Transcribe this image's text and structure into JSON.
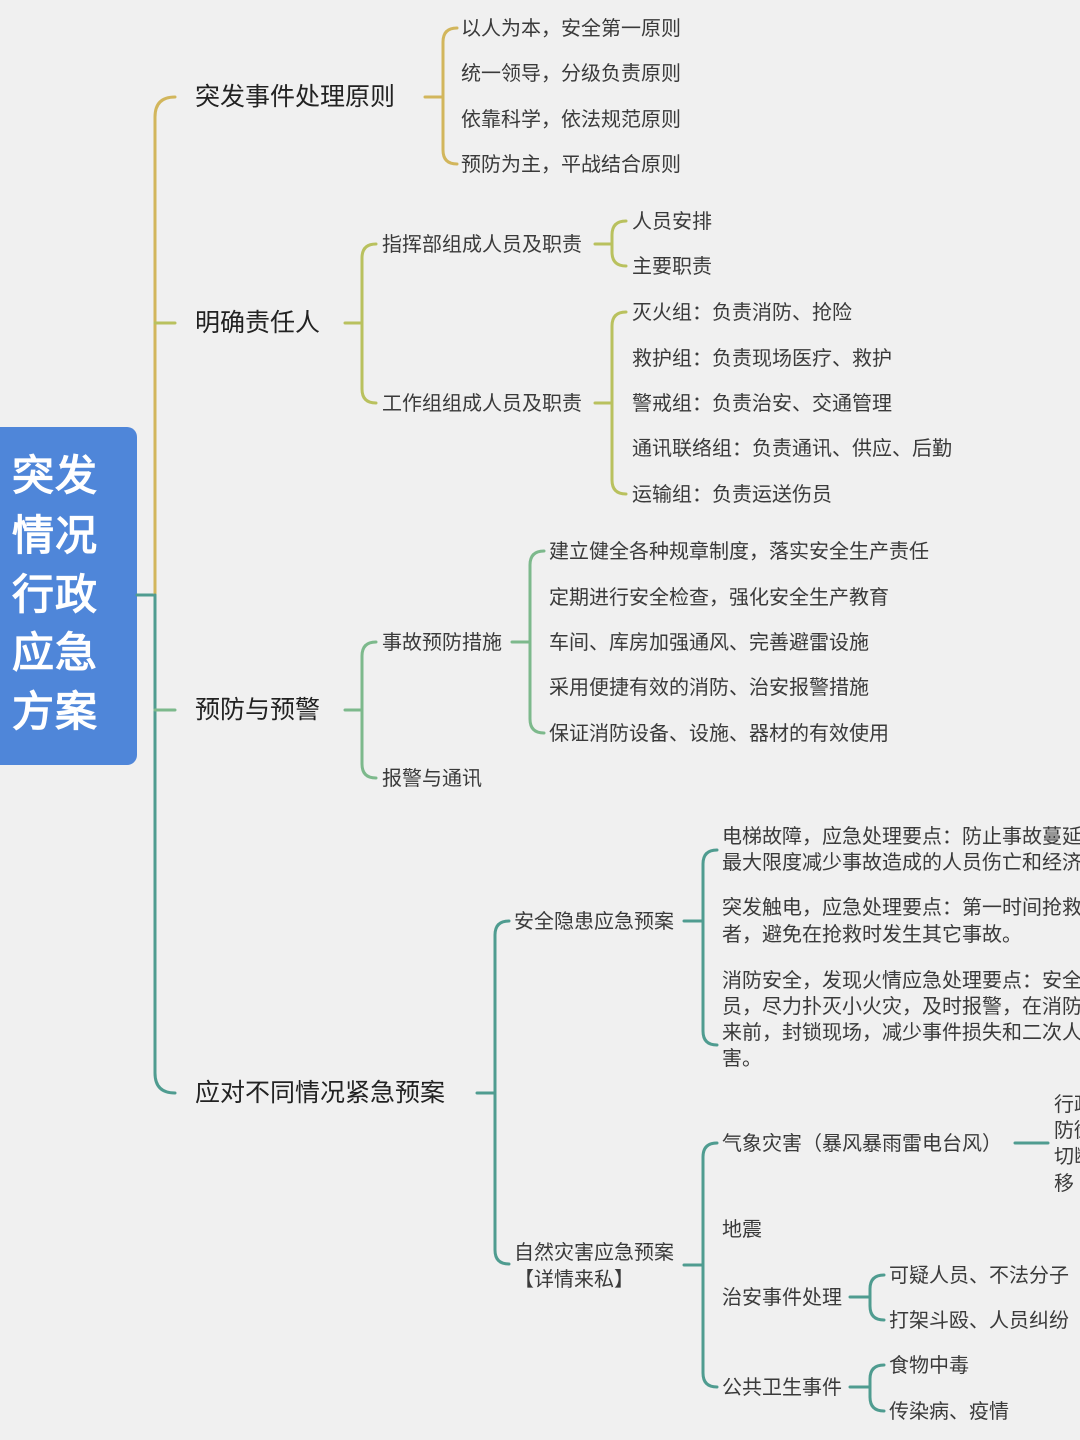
{
  "root": {
    "lines": [
      "突发",
      "情况",
      "行政",
      "应急",
      "方案"
    ],
    "color": "#4f86d9"
  },
  "colors": {
    "branch1": "#d2b65c",
    "branch2": "#b9c15e",
    "branch3": "#7db98c",
    "branch4": "#4f9c90",
    "text": "#333333",
    "background": "#f0f0f0"
  },
  "branches": [
    {
      "label": "突发事件处理原则",
      "children": [
        "以人为本，安全第一原则",
        "统一领导，分级负责原则",
        "依靠科学，依法规范原则",
        "预防为主，平战结合原则"
      ]
    },
    {
      "label": "明确责任人",
      "children": [
        {
          "label": "指挥部组成人员及职责",
          "children": [
            "人员安排",
            "主要职责"
          ]
        },
        {
          "label": "工作组组成人员及职责",
          "children": [
            "灭火组：负责消防、抢险",
            "救护组：负责现场医疗、救护",
            "警戒组：负责治安、交通管理",
            "通讯联络组：负责通讯、供应、后勤",
            "运输组：负责运送伤员"
          ]
        }
      ]
    },
    {
      "label": "预防与预警",
      "children": [
        {
          "label": "事故预防措施",
          "children": [
            "建立健全各种规章制度，落实安全生产责任",
            "定期进行安全检查，强化安全生产教育",
            "车间、库房加强通风、完善避雷设施",
            "采用便捷有效的消防、治安报警措施",
            "保证消防设备、设施、器材的有效使用"
          ]
        },
        {
          "label": "报警与通讯"
        }
      ]
    },
    {
      "label": "应对不同情况紧急预案",
      "children": [
        {
          "label": "安全隐患应急预案",
          "children": [
            [
              "电梯故障，应急处理要点：防止事故蔓延",
              "最大限度减少事故造成的人员伤亡和经济"
            ],
            [
              "突发触电，应急处理要点：第一时间抢救",
              "者，避免在抢救时发生其它事故。"
            ],
            [
              "消防安全，发现火情应急处理要点：安全",
              "员，尽力扑灭小火灾，及时报警，在消防",
              "来前，封锁现场，减少事件损失和二次人",
              "害。"
            ]
          ]
        },
        {
          "label": [
            "自然灾害应急预案",
            "【详情来私】"
          ],
          "children": [
            {
              "label": "气象灾害（暴风暴雨雷电台风）",
              "children": [
                [
                  "行政",
                  "防御",
                  "切断",
                  "移"
                ]
              ]
            },
            {
              "label": "地震"
            },
            {
              "label": "治安事件处理",
              "children": [
                "可疑人员、不法分子",
                "打架斗殴、人员纠纷"
              ]
            },
            {
              "label": "公共卫生事件",
              "children": [
                "食物中毒",
                "传染病、疫情"
              ]
            }
          ]
        }
      ]
    }
  ]
}
